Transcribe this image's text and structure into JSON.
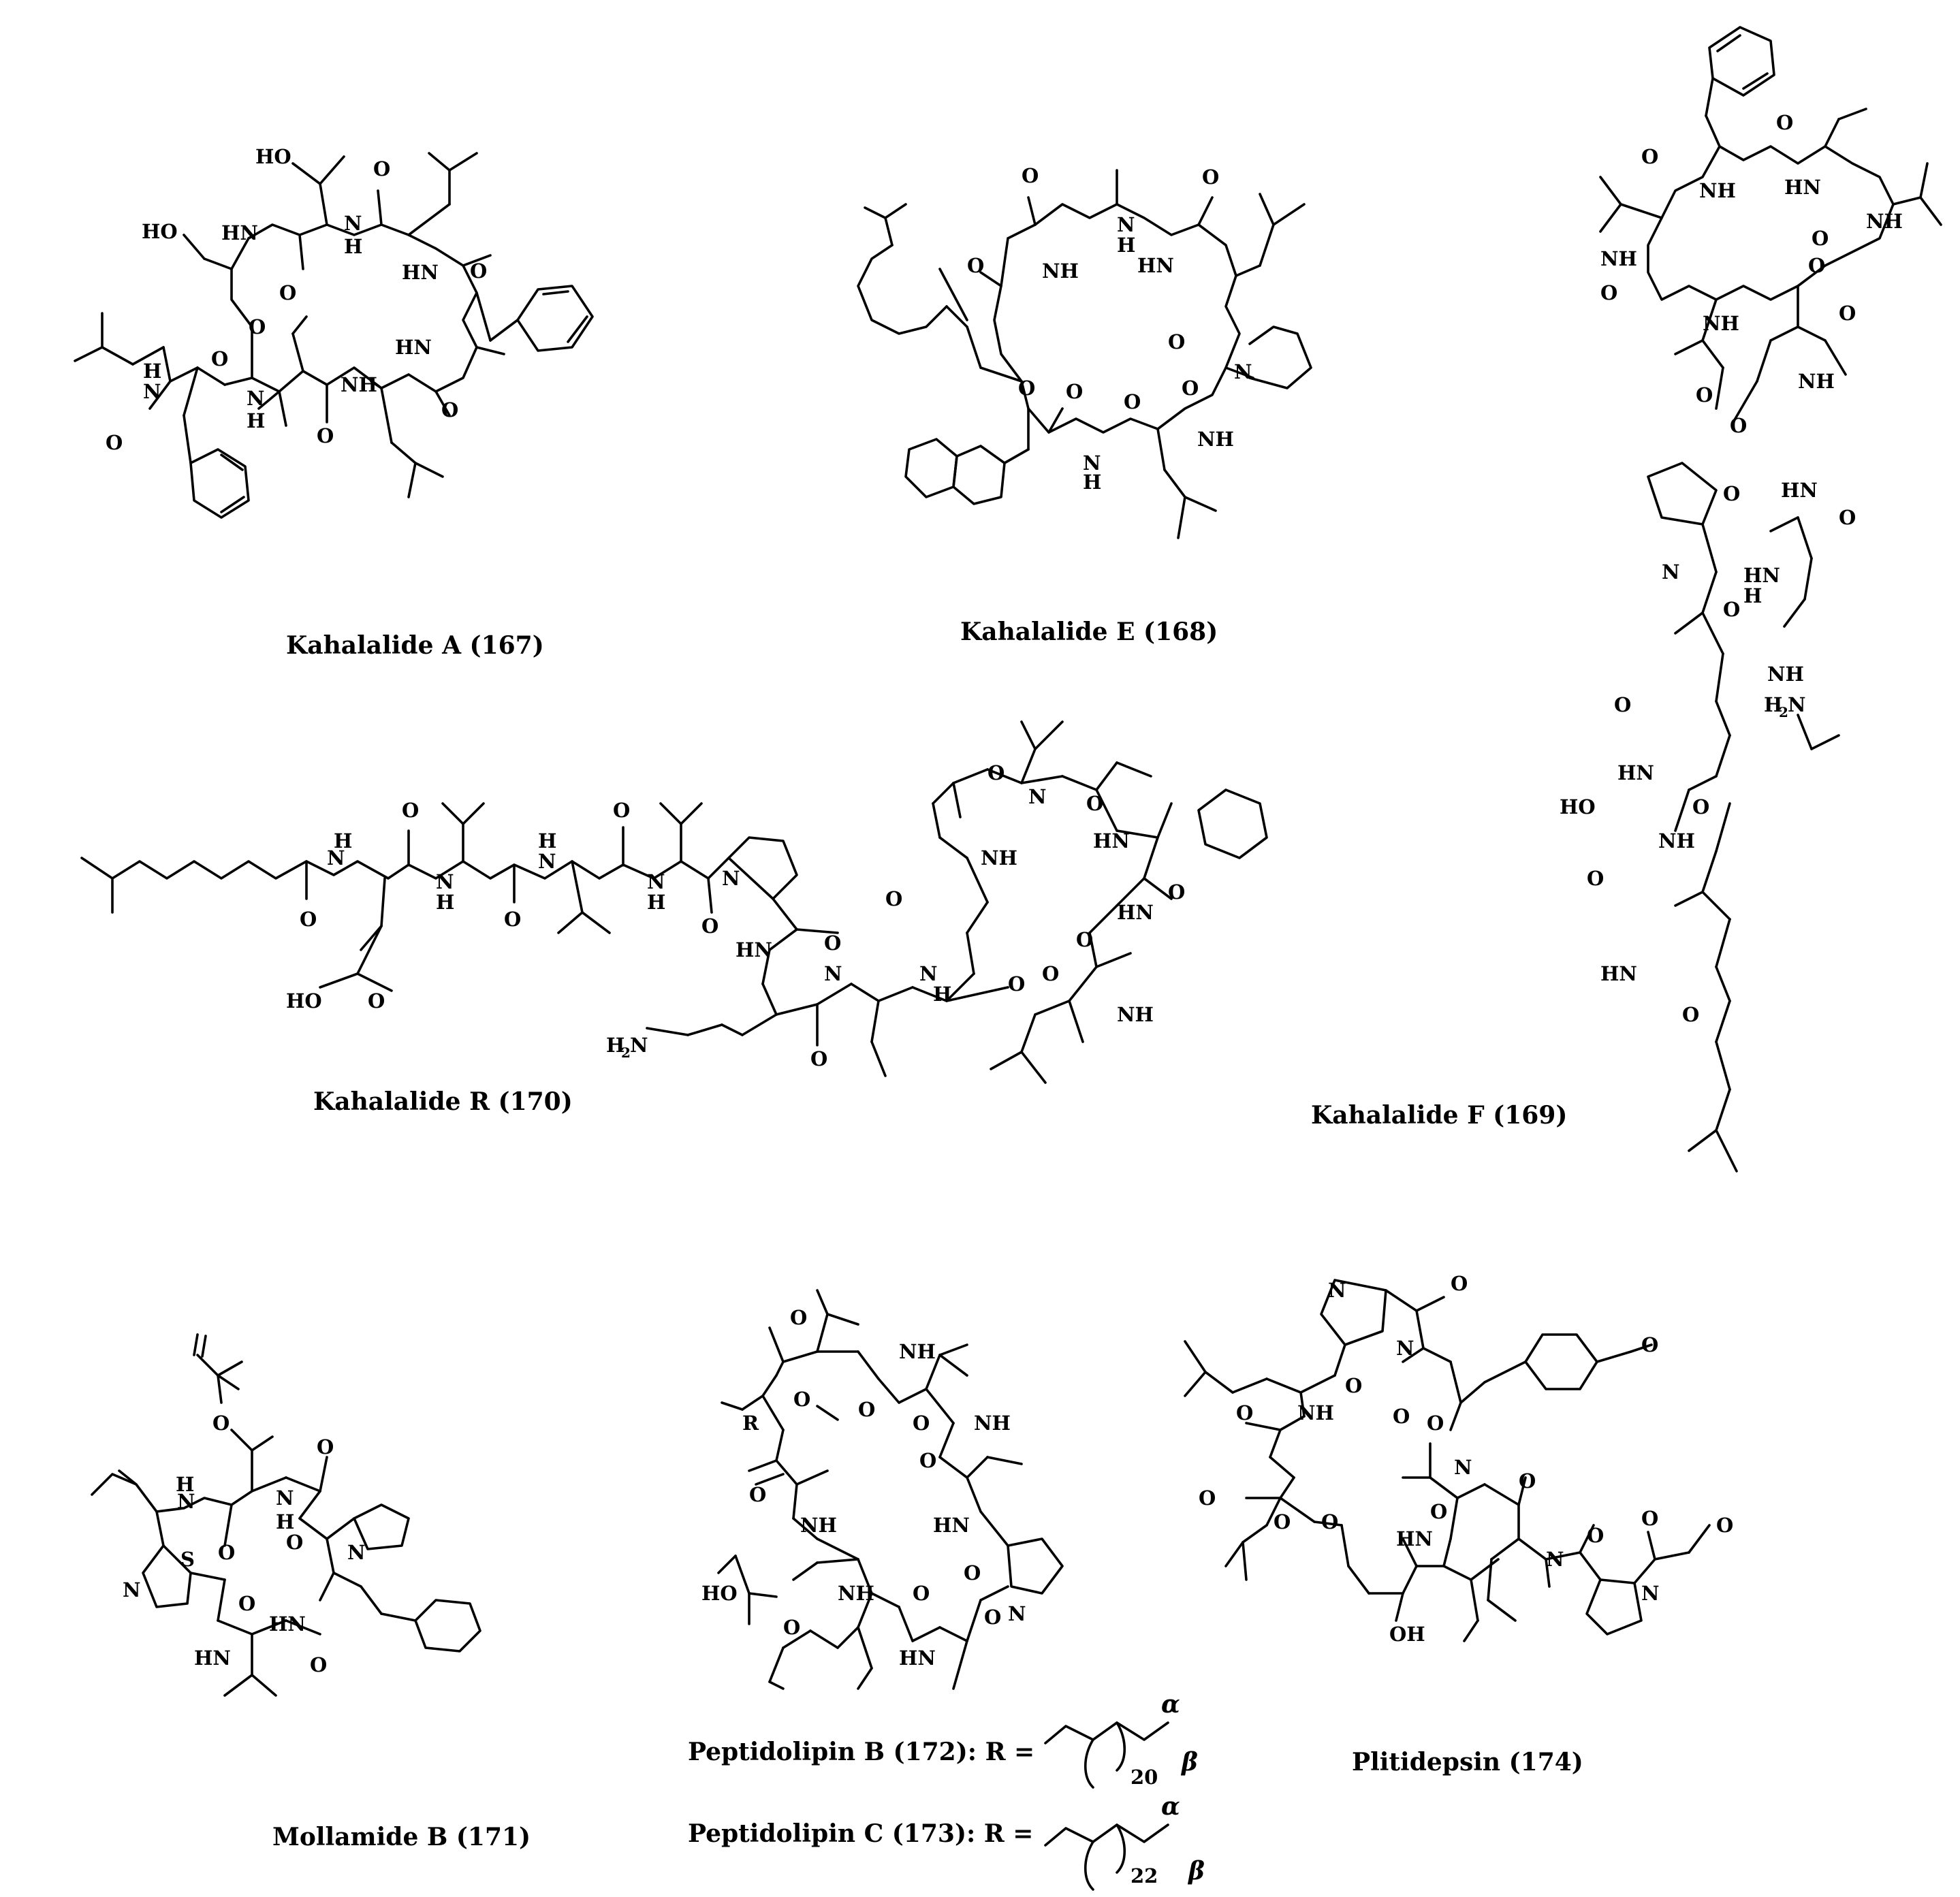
{
  "figure": {
    "compounds": [
      {
        "id": "kahalalide-a",
        "caption": "Kahalalide A (167)"
      },
      {
        "id": "kahalalide-e",
        "caption": "Kahalalide E (168)"
      },
      {
        "id": "kahalalide-f",
        "caption": "Kahalalide F (169)"
      },
      {
        "id": "kahalalide-r",
        "caption": "Kahalalide R (170)"
      },
      {
        "id": "mollamide-b",
        "caption": "Mollamide B (171)"
      },
      {
        "id": "peptidolipin-b",
        "caption": "Peptidolipin B (172): R ="
      },
      {
        "id": "peptidolipin-c",
        "caption": "Peptidolipin C (173): R ="
      },
      {
        "id": "plitidepsin",
        "caption": "Plitidepsin (174)"
      }
    ],
    "r_groups": {
      "b": {
        "count": "20",
        "alpha": "α",
        "beta": "β"
      },
      "c": {
        "count": "22",
        "alpha": "α",
        "beta": "β"
      }
    },
    "atoms": {
      "nh": "NH",
      "hn": "HN",
      "n": "N",
      "h": "H",
      "o": "O",
      "s": "S",
      "ho": "HO",
      "oh": "OH",
      "h2n": "H",
      "h2n_n": "N",
      "two": "2",
      "r": "R"
    }
  }
}
